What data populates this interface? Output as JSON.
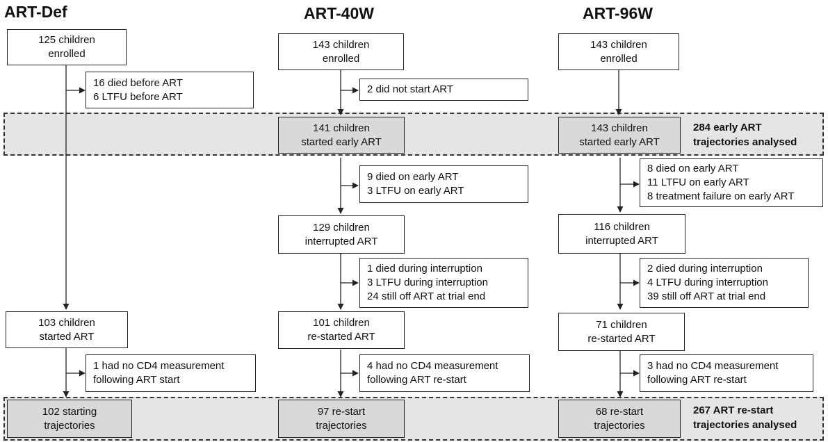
{
  "headers": {
    "art_def": "ART-Def",
    "art_40w": "ART-40W",
    "art_96w": "ART-96W"
  },
  "art_def": {
    "enrolled": [
      "125 children",
      "enrolled"
    ],
    "excluded_before": [
      "16 died before ART",
      "6 LTFU before ART"
    ],
    "started": [
      "103 children",
      "started ART"
    ],
    "no_cd4": [
      "1 had no CD4 measurement",
      "following ART start"
    ],
    "trajectories": [
      "102 starting",
      "trajectories"
    ]
  },
  "art_40w": {
    "enrolled": [
      "143 children",
      "enrolled"
    ],
    "not_started": [
      "2 did not start ART"
    ],
    "started_early": [
      "141 children",
      "started early ART"
    ],
    "lost_early": [
      "9 died on early ART",
      "3 LTFU on early ART"
    ],
    "interrupted": [
      "129 children",
      "interrupted ART"
    ],
    "lost_interruption": [
      "1 died during interruption",
      "3 LTFU during interruption",
      "24 still off ART at trial end"
    ],
    "restarted": [
      "101 children",
      "re-started ART"
    ],
    "no_cd4": [
      "4 had no CD4 measurement",
      "following ART re-start"
    ],
    "trajectories": [
      "97 re-start",
      "trajectories"
    ]
  },
  "art_96w": {
    "enrolled": [
      "143 children",
      "enrolled"
    ],
    "started_early": [
      "143 children",
      "started early ART"
    ],
    "lost_early": [
      "8 died on early ART",
      "11 LTFU on early ART",
      "8 treatment failure on early ART"
    ],
    "interrupted": [
      "116 children",
      "interrupted ART"
    ],
    "lost_interruption": [
      "2 died during interruption",
      "4 LTFU during interruption",
      "39 still off ART at trial end"
    ],
    "restarted": [
      "71 children",
      "re-started ART"
    ],
    "no_cd4": [
      "3 had no CD4 measurement",
      "following ART re-start"
    ],
    "trajectories": [
      "68 re-start",
      "trajectories"
    ]
  },
  "totals": {
    "early": [
      "284 early ART",
      "trajectories analysed"
    ],
    "restart": [
      "267 ART re-start",
      "trajectories analysed"
    ]
  }
}
